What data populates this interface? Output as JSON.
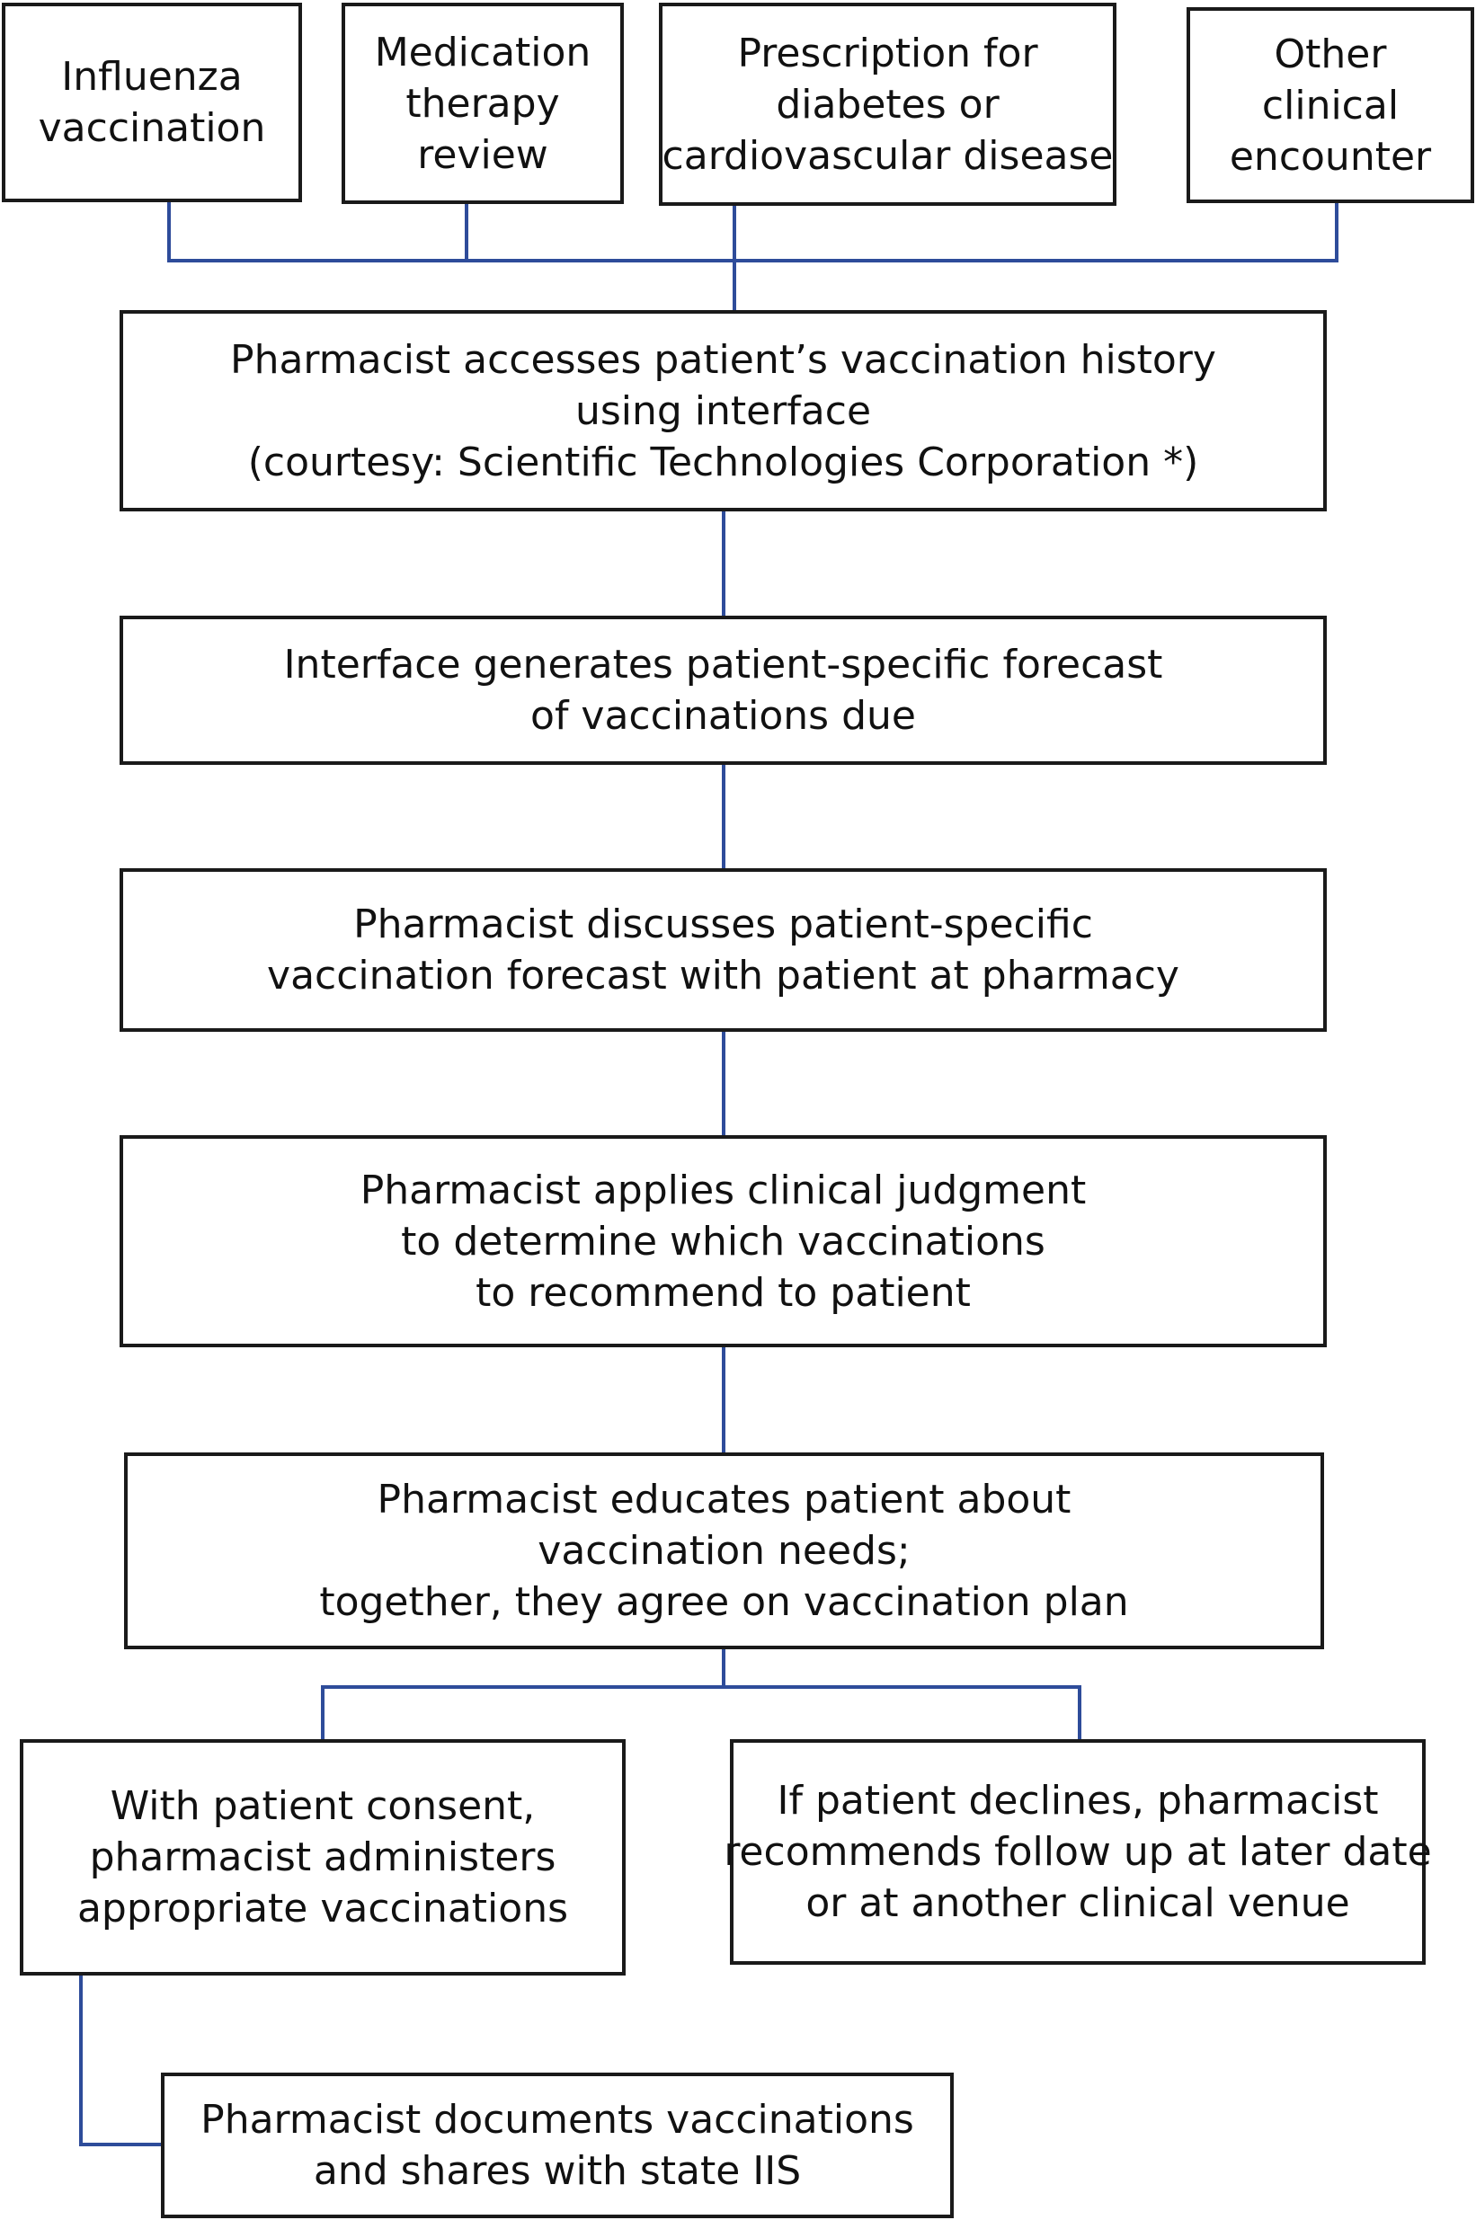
{
  "colors": {
    "connector": "#2e4c9a",
    "box_border": "#1a1a1a"
  },
  "triggers": [
    {
      "lines": [
        "Influenza",
        "vaccination"
      ]
    },
    {
      "lines": [
        "Medication",
        "therapy",
        "review"
      ]
    },
    {
      "lines": [
        "Prescription for",
        "diabetes or",
        "cardiovascular disease"
      ]
    },
    {
      "lines": [
        "Other",
        "clinical",
        "encounter"
      ]
    }
  ],
  "steps": [
    {
      "lines": [
        "Pharmacist accesses patient’s vaccination history",
        "using interface",
        "(courtesy: Scientific Technologies Corporation *)"
      ]
    },
    {
      "lines": [
        "Interface generates patient-specific forecast",
        "of vaccinations due"
      ]
    },
    {
      "lines": [
        "Pharmacist discusses patient-specific",
        "vaccination forecast with patient at pharmacy"
      ]
    },
    {
      "lines": [
        "Pharmacist applies clinical judgment",
        "to determine which vaccinations",
        "to recommend to patient"
      ]
    },
    {
      "lines": [
        "Pharmacist educates patient about",
        "vaccination needs;",
        "together, they agree on vaccination plan"
      ]
    }
  ],
  "outcomes": {
    "consent": {
      "lines": [
        "With patient consent,",
        "pharmacist administers",
        "appropriate vaccinations"
      ]
    },
    "decline": {
      "lines": [
        "If patient declines, pharmacist",
        "recommends follow up at later date",
        "or at another clinical venue"
      ]
    }
  },
  "documentation": {
    "lines": [
      "Pharmacist documents vaccinations",
      "and shares with state IIS"
    ]
  }
}
